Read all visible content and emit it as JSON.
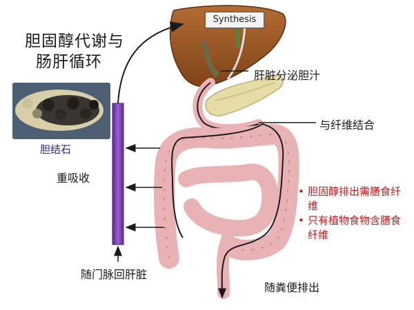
{
  "title": {
    "line1": "胆固醇代谢与",
    "line2": "肠肝循环"
  },
  "gallstone_label": "胆结石",
  "synthesis_label": "Synthesis",
  "bile_label": "肝脏分泌胆汁",
  "fiber_label": "与纤维结合",
  "reabsorb_label": "重吸收",
  "portal_label": "随门脉回肝脏",
  "feces_label": "随粪便排出",
  "notes": [
    {
      "bullet": "•",
      "text": "胆固醇排出需膳食纤维"
    },
    {
      "bullet": "•",
      "text": "只有植物食物含膳食纤维"
    }
  ],
  "colors": {
    "liver": "#9c5a28",
    "pancreas": "#e6dca8",
    "intestine": "#e9b3b6",
    "portal_vein": "#7b3db0",
    "note_text": "#c21a1a"
  }
}
